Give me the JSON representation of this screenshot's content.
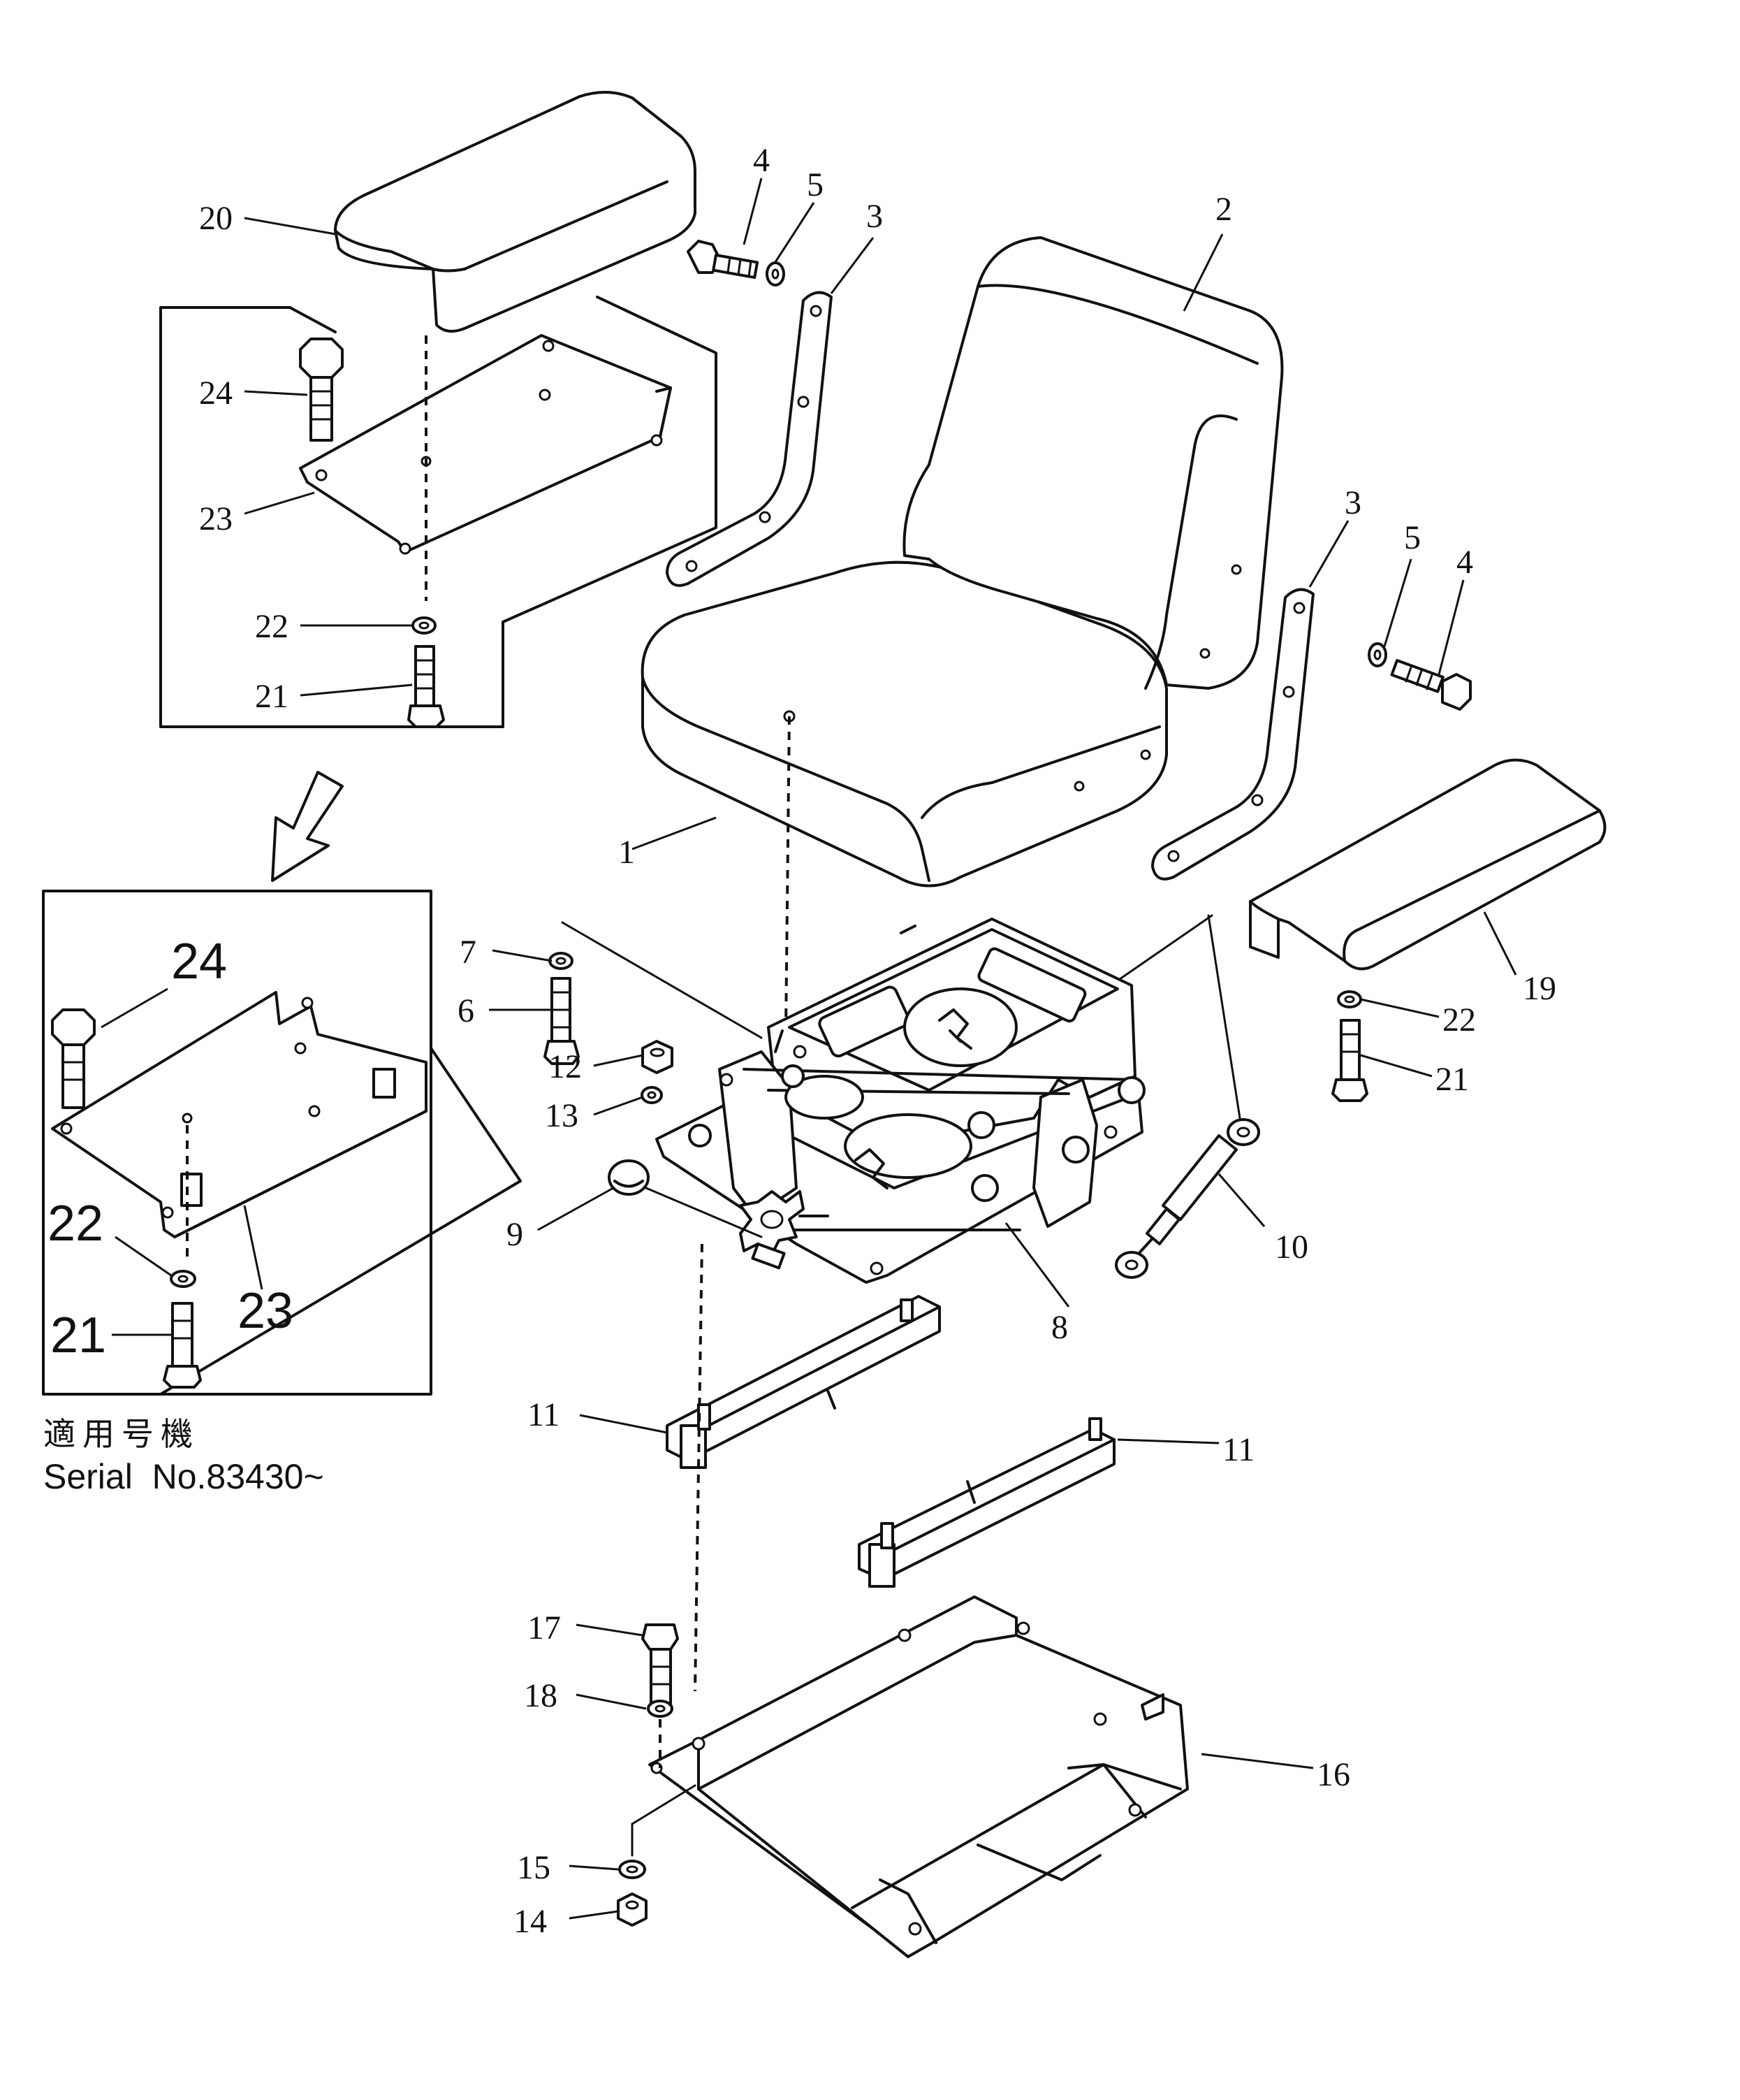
{
  "callouts": {
    "c1": "1",
    "c2": "2",
    "c3a": "3",
    "c3b": "3",
    "c4a": "4",
    "c4b": "4",
    "c5a": "5",
    "c5b": "5",
    "c6": "6",
    "c7": "7",
    "c8": "8",
    "c9": "9",
    "c10": "10",
    "c11a": "11",
    "c11b": "11",
    "c12": "12",
    "c13": "13",
    "c14": "14",
    "c15": "15",
    "c16": "16",
    "c17": "17",
    "c18": "18",
    "c19": "19",
    "c20": "20",
    "c21a": "21",
    "c21b": "21",
    "c22a": "22",
    "c22b": "22",
    "c23a": "23",
    "c24a": "24"
  },
  "inset": {
    "c24": "24",
    "c22": "22",
    "c21": "21",
    "c23": "23",
    "applicability_label": "適用号機",
    "serial_text": "Serial  No.83430~"
  },
  "colors": {
    "line": "#111111",
    "background": "#ffffff"
  }
}
